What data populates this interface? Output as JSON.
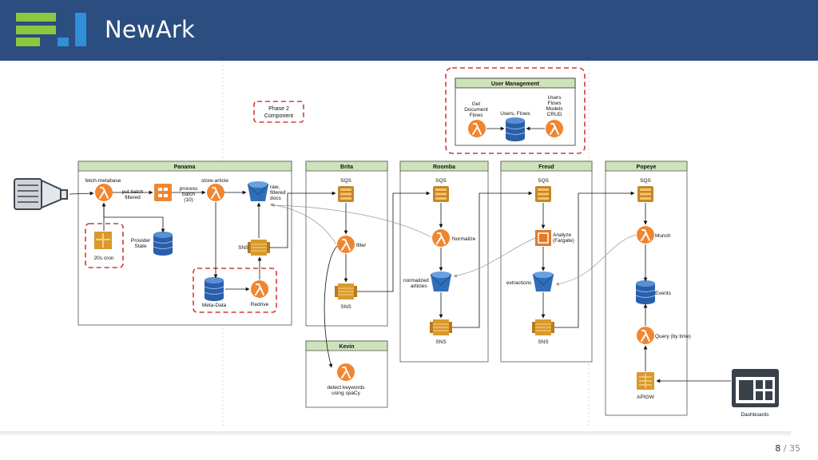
{
  "header": {
    "title": "NewArk"
  },
  "legend": {
    "label_lines": [
      "Phase 2",
      "Component"
    ]
  },
  "user_management": {
    "title": "User Management",
    "get_flows_lines": [
      "Get",
      "Document",
      "Flows"
    ],
    "db_label": "Users, Flows",
    "crud_lines": [
      "Users",
      "Flows",
      "Models",
      "CRUD"
    ]
  },
  "source": {
    "icon": "source-adapter-icon"
  },
  "panama": {
    "title": "Panama",
    "fetch_label": "fetch-metabase",
    "put_batch_lines": [
      "put batch",
      "filtered"
    ],
    "process_batch_lines": [
      "process",
      "batch",
      "(10)"
    ],
    "store_label": "store-article",
    "bucket_lines": [
      "raw,",
      "filtered",
      "docs"
    ],
    "cron_label": "20s cron",
    "provider_lines": [
      "Provider",
      "State"
    ],
    "sns_label": "SNS",
    "metadata_label": "Meta-Data",
    "redrive_label": "Redrive"
  },
  "brita": {
    "title": "Brita",
    "sqs_label": "SQS",
    "filter_label": "filter",
    "sns_label": "SNS"
  },
  "kevin": {
    "title": "Kevin",
    "detect_lines": [
      "detect keywords",
      "using spaCy"
    ]
  },
  "roomba": {
    "title": "Roomba",
    "sqs_label": "SQS",
    "normalize_label": "Normalize",
    "articles_lines": [
      "normalized",
      "articles"
    ],
    "sns_label": "SNS"
  },
  "freud": {
    "title": "Freud",
    "sqs_label": "SQS",
    "analyze_lines": [
      "Analyze",
      "(Fargate)"
    ],
    "extractions_label": "extractions",
    "sns_label": "SNS"
  },
  "popeye": {
    "title": "Popeye",
    "sqs_label": "SQS",
    "munch_label": "Munch",
    "events_label": "Events",
    "query_label": "Query (by time)",
    "apigw_label": "APIGW"
  },
  "dashboards": {
    "label": "Dashboards"
  },
  "pagination": {
    "current": "8",
    "separator": "/",
    "total": "35"
  },
  "colors": {
    "header_bg": "#2b4d7f",
    "logo_green": "#8dc63f",
    "logo_blue": "#2f8fd8",
    "lambda_orange": "#f0862f",
    "sqs_gold": "#d99a2b",
    "dynamodb_blue": "#2a5ea8",
    "s3_blue": "#3f79c0",
    "group_header_green": "#cfe3ba",
    "phase2_red": "#d23a3a"
  }
}
